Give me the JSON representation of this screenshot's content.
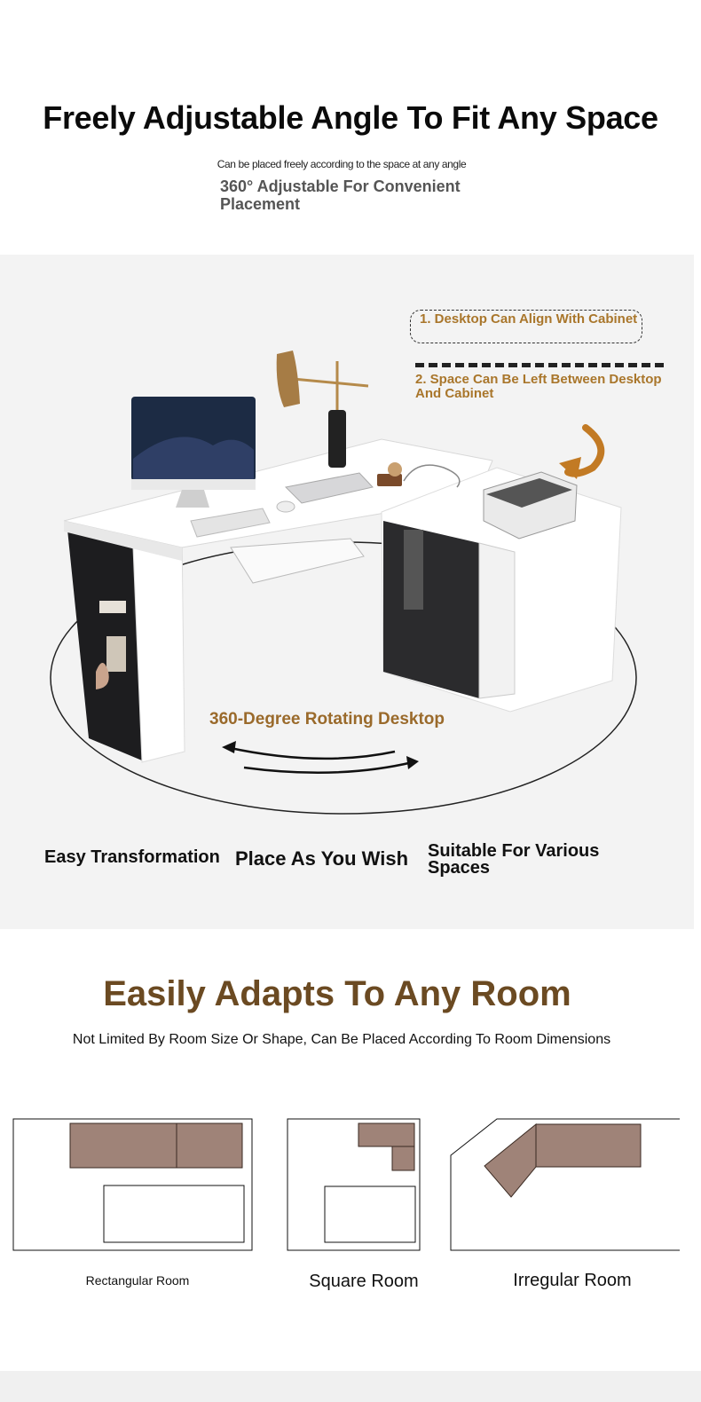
{
  "header": {
    "title": "Freely Adjustable Angle To Fit Any Space",
    "subtitle": "Can be placed freely according to the space at any angle",
    "feature": "360° Adjustable For Convenient Placement"
  },
  "product_panel": {
    "note_1": "1. Desktop Can Align With Cabinet",
    "note_2": "2. Space Can Be Left Between Desktop And Cabinet",
    "rotate_label": "360-Degree Rotating Desktop",
    "features": [
      "Easy Transformation",
      "Place As You Wish",
      "Suitable For Various Spaces"
    ]
  },
  "rooms": {
    "title": "Easily Adapts To Any Room",
    "subtitle": "Not Limited By Room Size Or Shape, Can Be Placed According To Room Dimensions",
    "captions": [
      "Rectangular Room",
      "Square Room",
      "Irregular Room"
    ]
  },
  "colors": {
    "accent_gold": "#a9762b",
    "title_brown": "#6b4a22",
    "desk_fill": "#9f8378",
    "panel_bg": "#f3f3f3"
  }
}
